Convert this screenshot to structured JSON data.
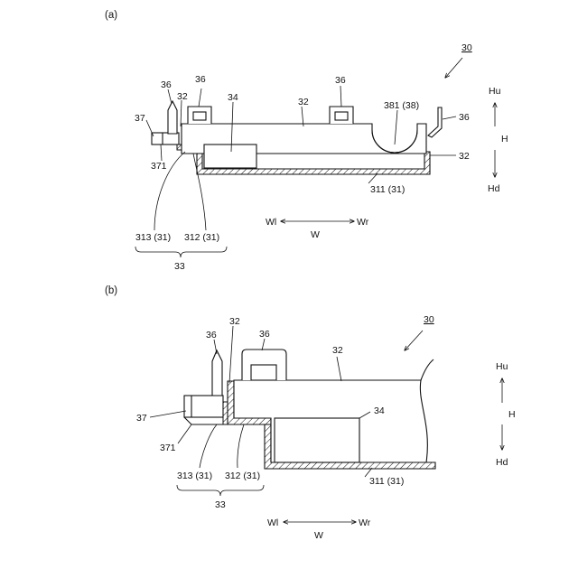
{
  "panel_a": {
    "tag": "(a)",
    "ref_30": "30",
    "labels": {
      "l36_left": "36",
      "l36_mid": "36",
      "l36_center": "36",
      "l36_right": "36",
      "l32_left": "32",
      "l32_top": "32",
      "l32_right": "32",
      "l34": "34",
      "l37": "37",
      "l371": "371",
      "l381": "381 (38)",
      "l311": "311 (31)",
      "l313": "313 (31)",
      "l312": "312 (31)",
      "l33": "33"
    },
    "axis_h": {
      "up": "Hu",
      "mid": "H",
      "down": "Hd"
    },
    "axis_w": {
      "left": "Wl",
      "mid": "W",
      "right": "Wr"
    }
  },
  "panel_b": {
    "tag": "(b)",
    "ref_30": "30",
    "labels": {
      "l36_left": "36",
      "l36_right": "36",
      "l32_top": "32",
      "l32_mid": "32",
      "l34": "34",
      "l37": "37",
      "l371": "371",
      "l311": "311 (31)",
      "l313": "313 (31)",
      "l312": "312 (31)",
      "l33": "33"
    },
    "axis_h": {
      "up": "Hu",
      "mid": "H",
      "down": "Hd"
    },
    "axis_w": {
      "left": "Wl",
      "mid": "W",
      "right": "Wr"
    }
  }
}
